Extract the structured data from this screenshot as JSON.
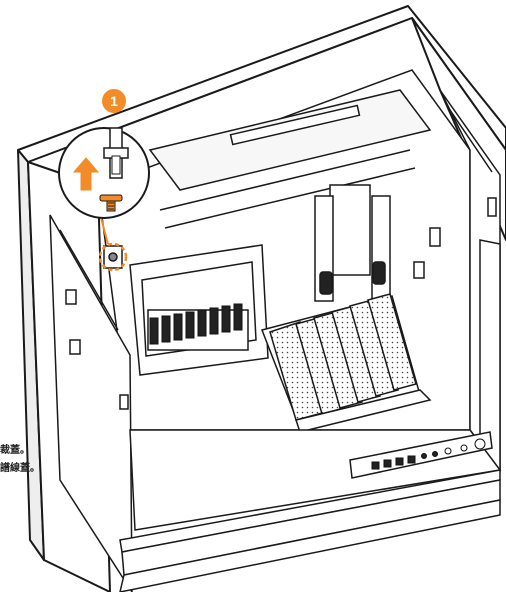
{
  "step_badge": {
    "number": "1",
    "color": "#F28C28"
  },
  "instructions": {
    "line1": "裁蓋。",
    "line2": "譜線蓋。"
  },
  "icons": {
    "arrow": "arrow-up-icon",
    "screw": "thumbscrew-icon"
  },
  "colors": {
    "accent": "#F28C28",
    "line": "#1a1a1a",
    "fill": "#ffffff",
    "shade": "#d9d9d9"
  }
}
